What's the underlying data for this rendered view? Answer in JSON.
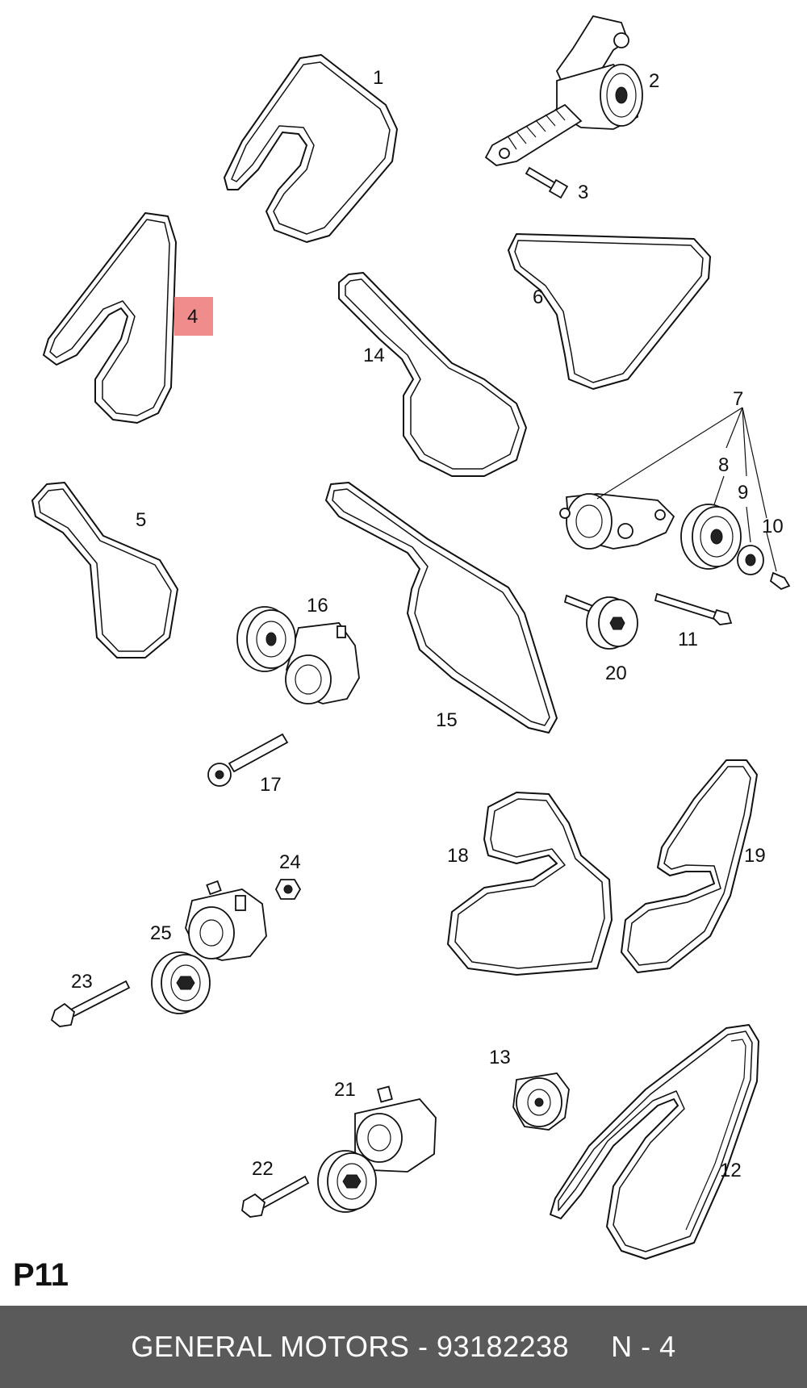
{
  "diagram": {
    "callouts": [
      "1",
      "2",
      "3",
      "4",
      "5",
      "6",
      "7",
      "8",
      "9",
      "10",
      "11",
      "12",
      "13",
      "14",
      "15",
      "16",
      "17",
      "18",
      "19",
      "20",
      "21",
      "22",
      "23",
      "24",
      "25"
    ],
    "highlighted_callout": "4",
    "highlight_color": "#f08080"
  },
  "page": {
    "label": "P11"
  },
  "footer": {
    "manufacturer_part": "GENERAL MOTORS - 93182238",
    "position": "N - 4",
    "background": "#5a5a5a"
  }
}
